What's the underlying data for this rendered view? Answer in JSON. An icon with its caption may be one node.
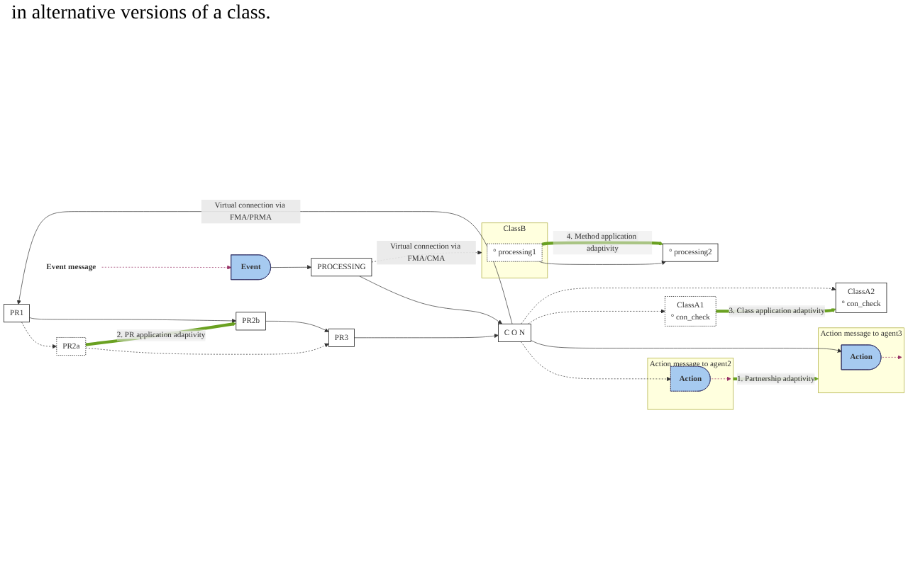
{
  "diagram": {
    "nodes": [
      {
        "text": [
          "PR1"
        ]
      },
      {
        "text": [
          "PR2a"
        ]
      },
      {
        "text": [
          "PR3"
        ]
      },
      {
        "text": [
          "C O N"
        ]
      },
      {
        "text": [
          "Action message to agent2"
        ]
      },
      {
        "text": [
          "Action"
        ],
        "in": 4
      },
      {
        "text": [
          "PR2b"
        ]
      },
      {
        "text": [
          "Event message"
        ]
      },
      {
        "text": [
          "Event"
        ]
      },
      {
        "text": [
          "PROCESSING"
        ]
      },
      {
        "text": [
          "Action message to agent3"
        ]
      },
      {
        "text": [
          "Action"
        ],
        "in": 10
      },
      {
        "text": [
          "ClassB"
        ]
      },
      {
        "text": [
          "° processing1"
        ],
        "in": 12
      },
      {
        "text": [
          "ClassA1",
          "° con_check"
        ]
      },
      {
        "text": [
          "ClassA2",
          "° con_check"
        ]
      },
      {
        "text": [
          "° processing2"
        ]
      }
    ],
    "edges": [
      {
        "from": 3,
        "to": 0,
        "arrow": "to",
        "label": "Virtual connection via FMA/PRMA"
      },
      {
        "from": 0,
        "to": 1,
        "arrow": "to",
        "style": "dashed"
      },
      {
        "from": 1,
        "to": 2,
        "arrow": "to",
        "style": "dashed"
      },
      {
        "from": 0,
        "to": 6,
        "arrow": "to"
      },
      {
        "from": 6,
        "to": 2,
        "arrow": "to"
      },
      {
        "from": 1,
        "to": 6,
        "arrow": "to",
        "style": "thick",
        "color": "#6aa121",
        "label": "2. PR application adaptivity"
      },
      {
        "from": 2,
        "to": 3,
        "arrow": "to"
      },
      {
        "from": 9,
        "to": 3,
        "arrow": "to"
      },
      {
        "from": 3,
        "to": 5,
        "arrow": "to",
        "style": "dashed"
      },
      {
        "from": 3,
        "to": 11,
        "arrow": "to"
      },
      {
        "from": 5,
        "to": 4,
        "arrow": "to",
        "style": "dashed",
        "color": "#993366"
      },
      {
        "from": 4,
        "to": 10,
        "arrow": "to",
        "style": "thick",
        "color": "#6aa121",
        "label": "1. Partnership adaptivity"
      },
      {
        "from": 7,
        "to": 8,
        "arrow": "to",
        "style": "dashed",
        "color": "#993366"
      },
      {
        "from": 8,
        "to": 9,
        "arrow": "to"
      },
      {
        "from": 11,
        "to": 10,
        "arrow": "to",
        "style": "dashed",
        "color": "#993366"
      },
      {
        "from": 9,
        "to": 12,
        "arrow": "to",
        "style": "dashed",
        "label": "Virtual connection via FMA/CMA"
      },
      {
        "from": 3,
        "to": 14,
        "arrow": "to",
        "style": "dashed"
      },
      {
        "from": 3,
        "to": 15,
        "arrow": "to",
        "style": "dashed"
      },
      {
        "from": 14,
        "to": 15,
        "arrow": "to",
        "style": "thick",
        "color": "#6aa121",
        "label": "3. Class application adaptivity"
      },
      {
        "from": 13,
        "to": 16,
        "arrow": "to"
      },
      {
        "from": 13,
        "to": 16,
        "arrow": "to",
        "style": "thick",
        "color": "#6aa121",
        "label": "4. Method application adaptivity"
      }
    ],
    "labels": [
      "in alternative versions of a class."
    ]
  }
}
